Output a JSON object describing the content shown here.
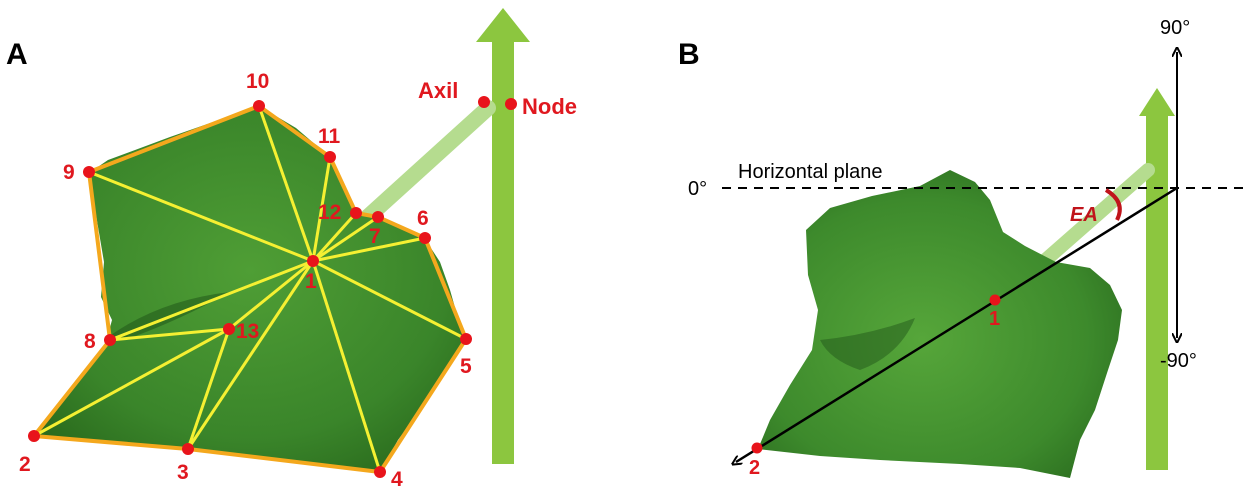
{
  "panels": {
    "a": {
      "letter": "A",
      "axil_label": "Axil",
      "node_label": "Node",
      "point_labels": [
        "1",
        "2",
        "3",
        "4",
        "5",
        "6",
        "7",
        "8",
        "9",
        "10",
        "11",
        "12",
        "13"
      ]
    },
    "b": {
      "letter": "B",
      "horizontal_plane_label": "Horizontal plane",
      "zero_label": "0°",
      "up_label": "90°",
      "down_label": "-90°",
      "angle_label": "EA",
      "point_labels": [
        "1",
        "2"
      ]
    }
  },
  "colors": {
    "stem_green": "#8cc63f",
    "petiole_green": "#b5dc8f",
    "leaf_green": "#3d8a2c",
    "leaf_dark": "#2b6d1f",
    "outline_orange": "#f4a81d",
    "vein_yellow": "#f5f032",
    "point_red": "#e8141b",
    "angle_red": "#c0141b"
  },
  "icons": [
    "up-arrow-icon",
    "down-arrow-icon"
  ]
}
